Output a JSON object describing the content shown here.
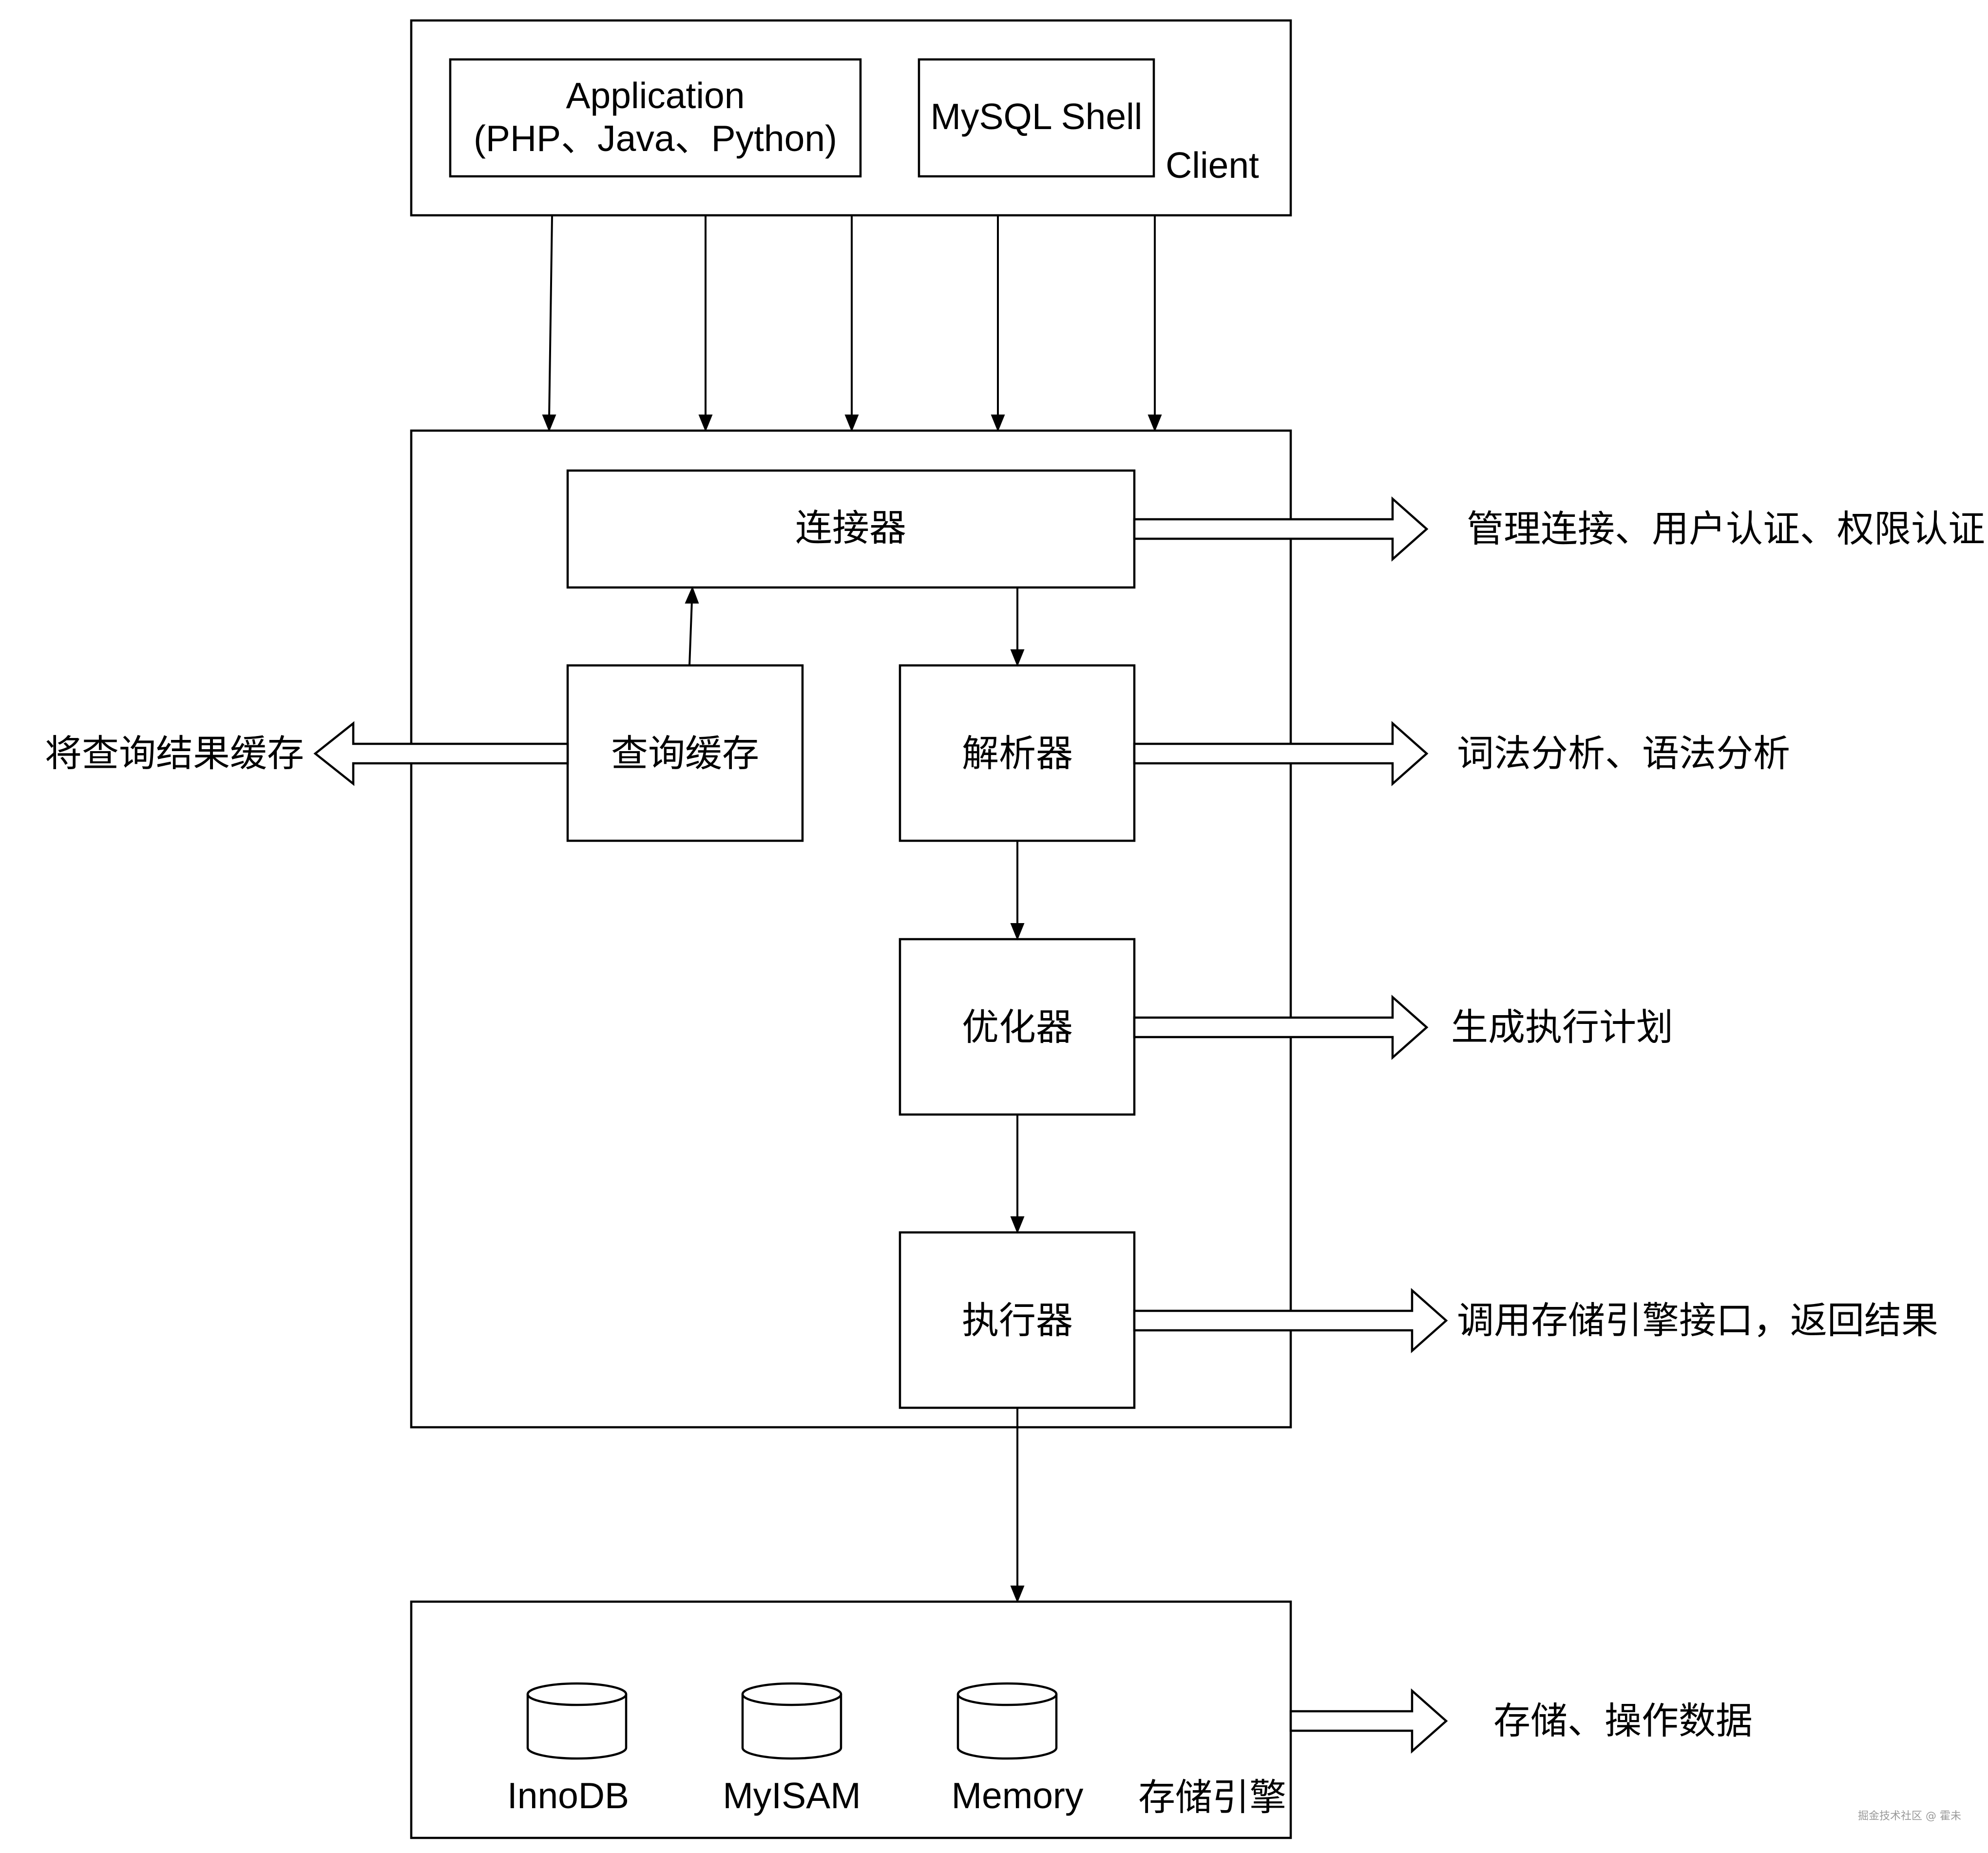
{
  "client": {
    "application_line1": "Application",
    "application_line2": "(PHP、Java、Python)",
    "shell": "MySQL Shell",
    "label": "Client"
  },
  "server": {
    "connector": "连接器",
    "query_cache": "查询缓存",
    "parser": "解析器",
    "optimizer": "优化器",
    "executor": "执行器"
  },
  "annotations": {
    "connector": "管理连接、用户认证、权限认证",
    "query_cache": "将查询结果缓存",
    "parser": "词法分析、语法分析",
    "optimizer": "生成执行计划",
    "executor": "调用存储引擎接口，返回结果",
    "storage": "存储、操作数据"
  },
  "storage": {
    "engines": [
      "InnoDB",
      "MyISAM",
      "Memory"
    ],
    "label": "存储引擎"
  },
  "watermark": "掘金技术社区 @ 霍未"
}
